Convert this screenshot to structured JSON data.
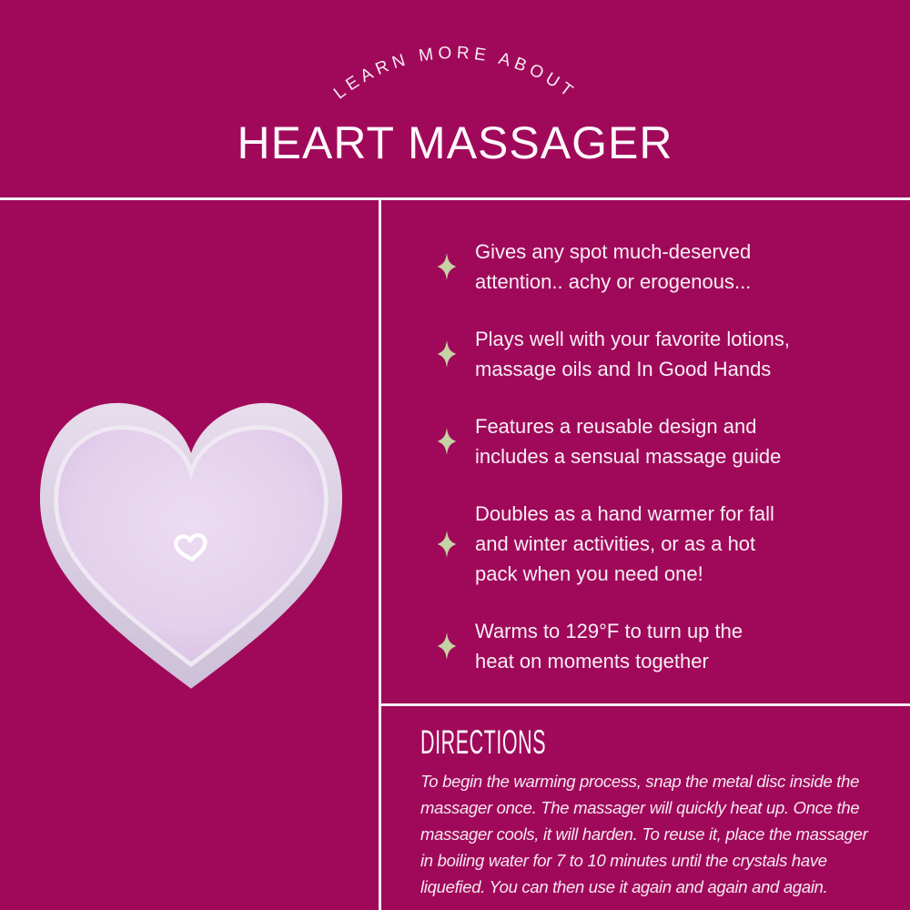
{
  "header": {
    "eyebrow": "LEARN MORE ABOUT",
    "title": "HEART MASSAGER"
  },
  "features": [
    {
      "icon": "sparkle-icon",
      "lines": [
        "Gives any spot much-deserved",
        "attention.. achy or erogenous..."
      ]
    },
    {
      "icon": "sparkle-icon",
      "lines": [
        "Plays well with your favorite lotions,",
        "massage oils and In Good Hands"
      ]
    },
    {
      "icon": "sparkle-icon",
      "lines": [
        "Features a reusable design and",
        "includes a sensual massage guide"
      ]
    },
    {
      "icon": "sparkle-icon",
      "lines": [
        "Doubles as a hand warmer for fall",
        "and winter activities, or as a hot",
        "pack when you need one!"
      ]
    },
    {
      "icon": "sparkle-icon",
      "lines": [
        "Warms to 129°F to turn up the",
        "heat on moments together"
      ]
    }
  ],
  "directions": {
    "heading": "DIRECTIONS",
    "lines": [
      "To begin the warming process, snap the metal disc inside the",
      "massager once. The massager will quickly heat up. Once the",
      "massager cools, it will harden. To reuse it, place the massager",
      "in boiling water for 7 to 10 minutes until the crystals have",
      "liquefied. You can then use it again and again and again."
    ]
  },
  "product": {
    "image": "heart-massager-photo",
    "logo": "heart-outline-logo"
  },
  "colors": {
    "background": "#a0095a",
    "divider": "#f7f0f5",
    "text": "#f8eef5",
    "sparkle": "#c7d2a4",
    "heart_body": "#e3d0ec",
    "heart_rim": "#dcd6e8",
    "logo": "#ffffff"
  }
}
